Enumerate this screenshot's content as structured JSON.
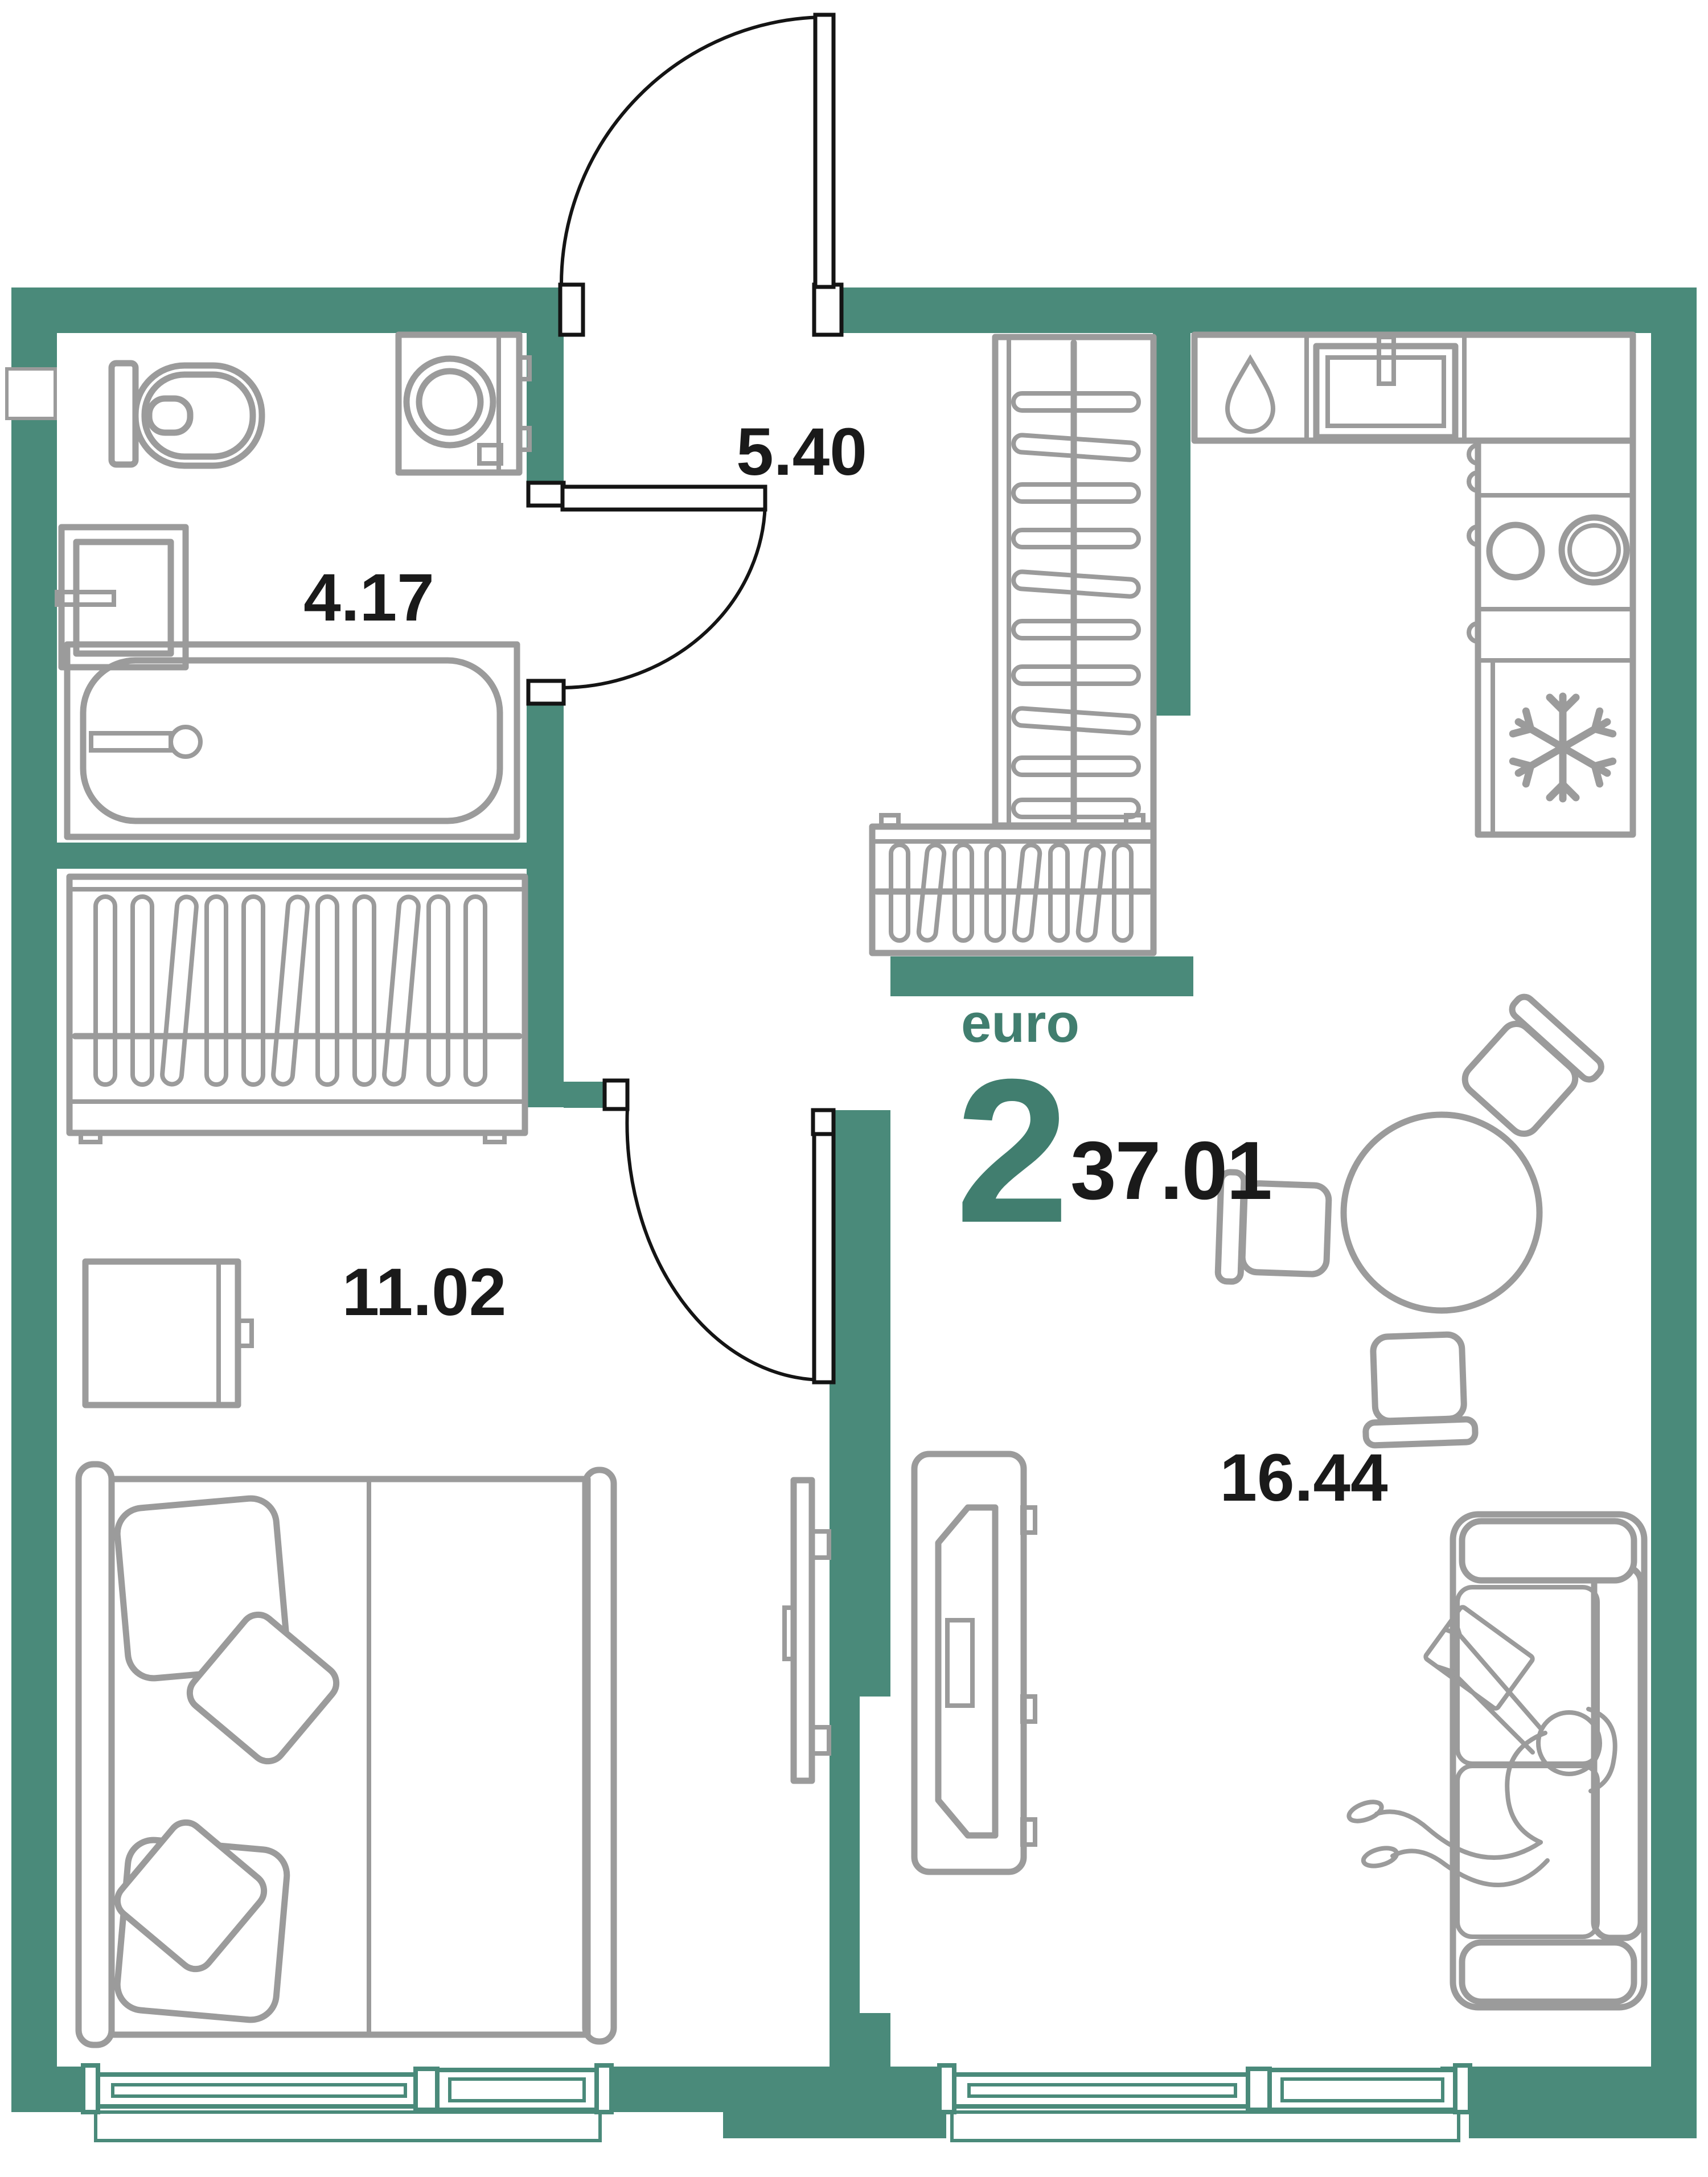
{
  "title": {
    "type_label": "euro",
    "rooms_count": "2",
    "total_area": "37.01"
  },
  "rooms": {
    "bathroom": {
      "area": "4.17"
    },
    "hallway": {
      "area": "5.40"
    },
    "bedroom": {
      "area": "11.02"
    },
    "living_kitchen": {
      "area": "16.44"
    }
  },
  "colors": {
    "wall": "#4A8A7A",
    "accent": "#417E6F",
    "furniture": "#9B9B9B",
    "door": "#141414",
    "label": "#1A1A1A",
    "background": "#FFFFFF"
  },
  "icons": [
    "snowflake-icon",
    "water-drop-icon",
    "hanger-icon",
    "burner-icon"
  ]
}
